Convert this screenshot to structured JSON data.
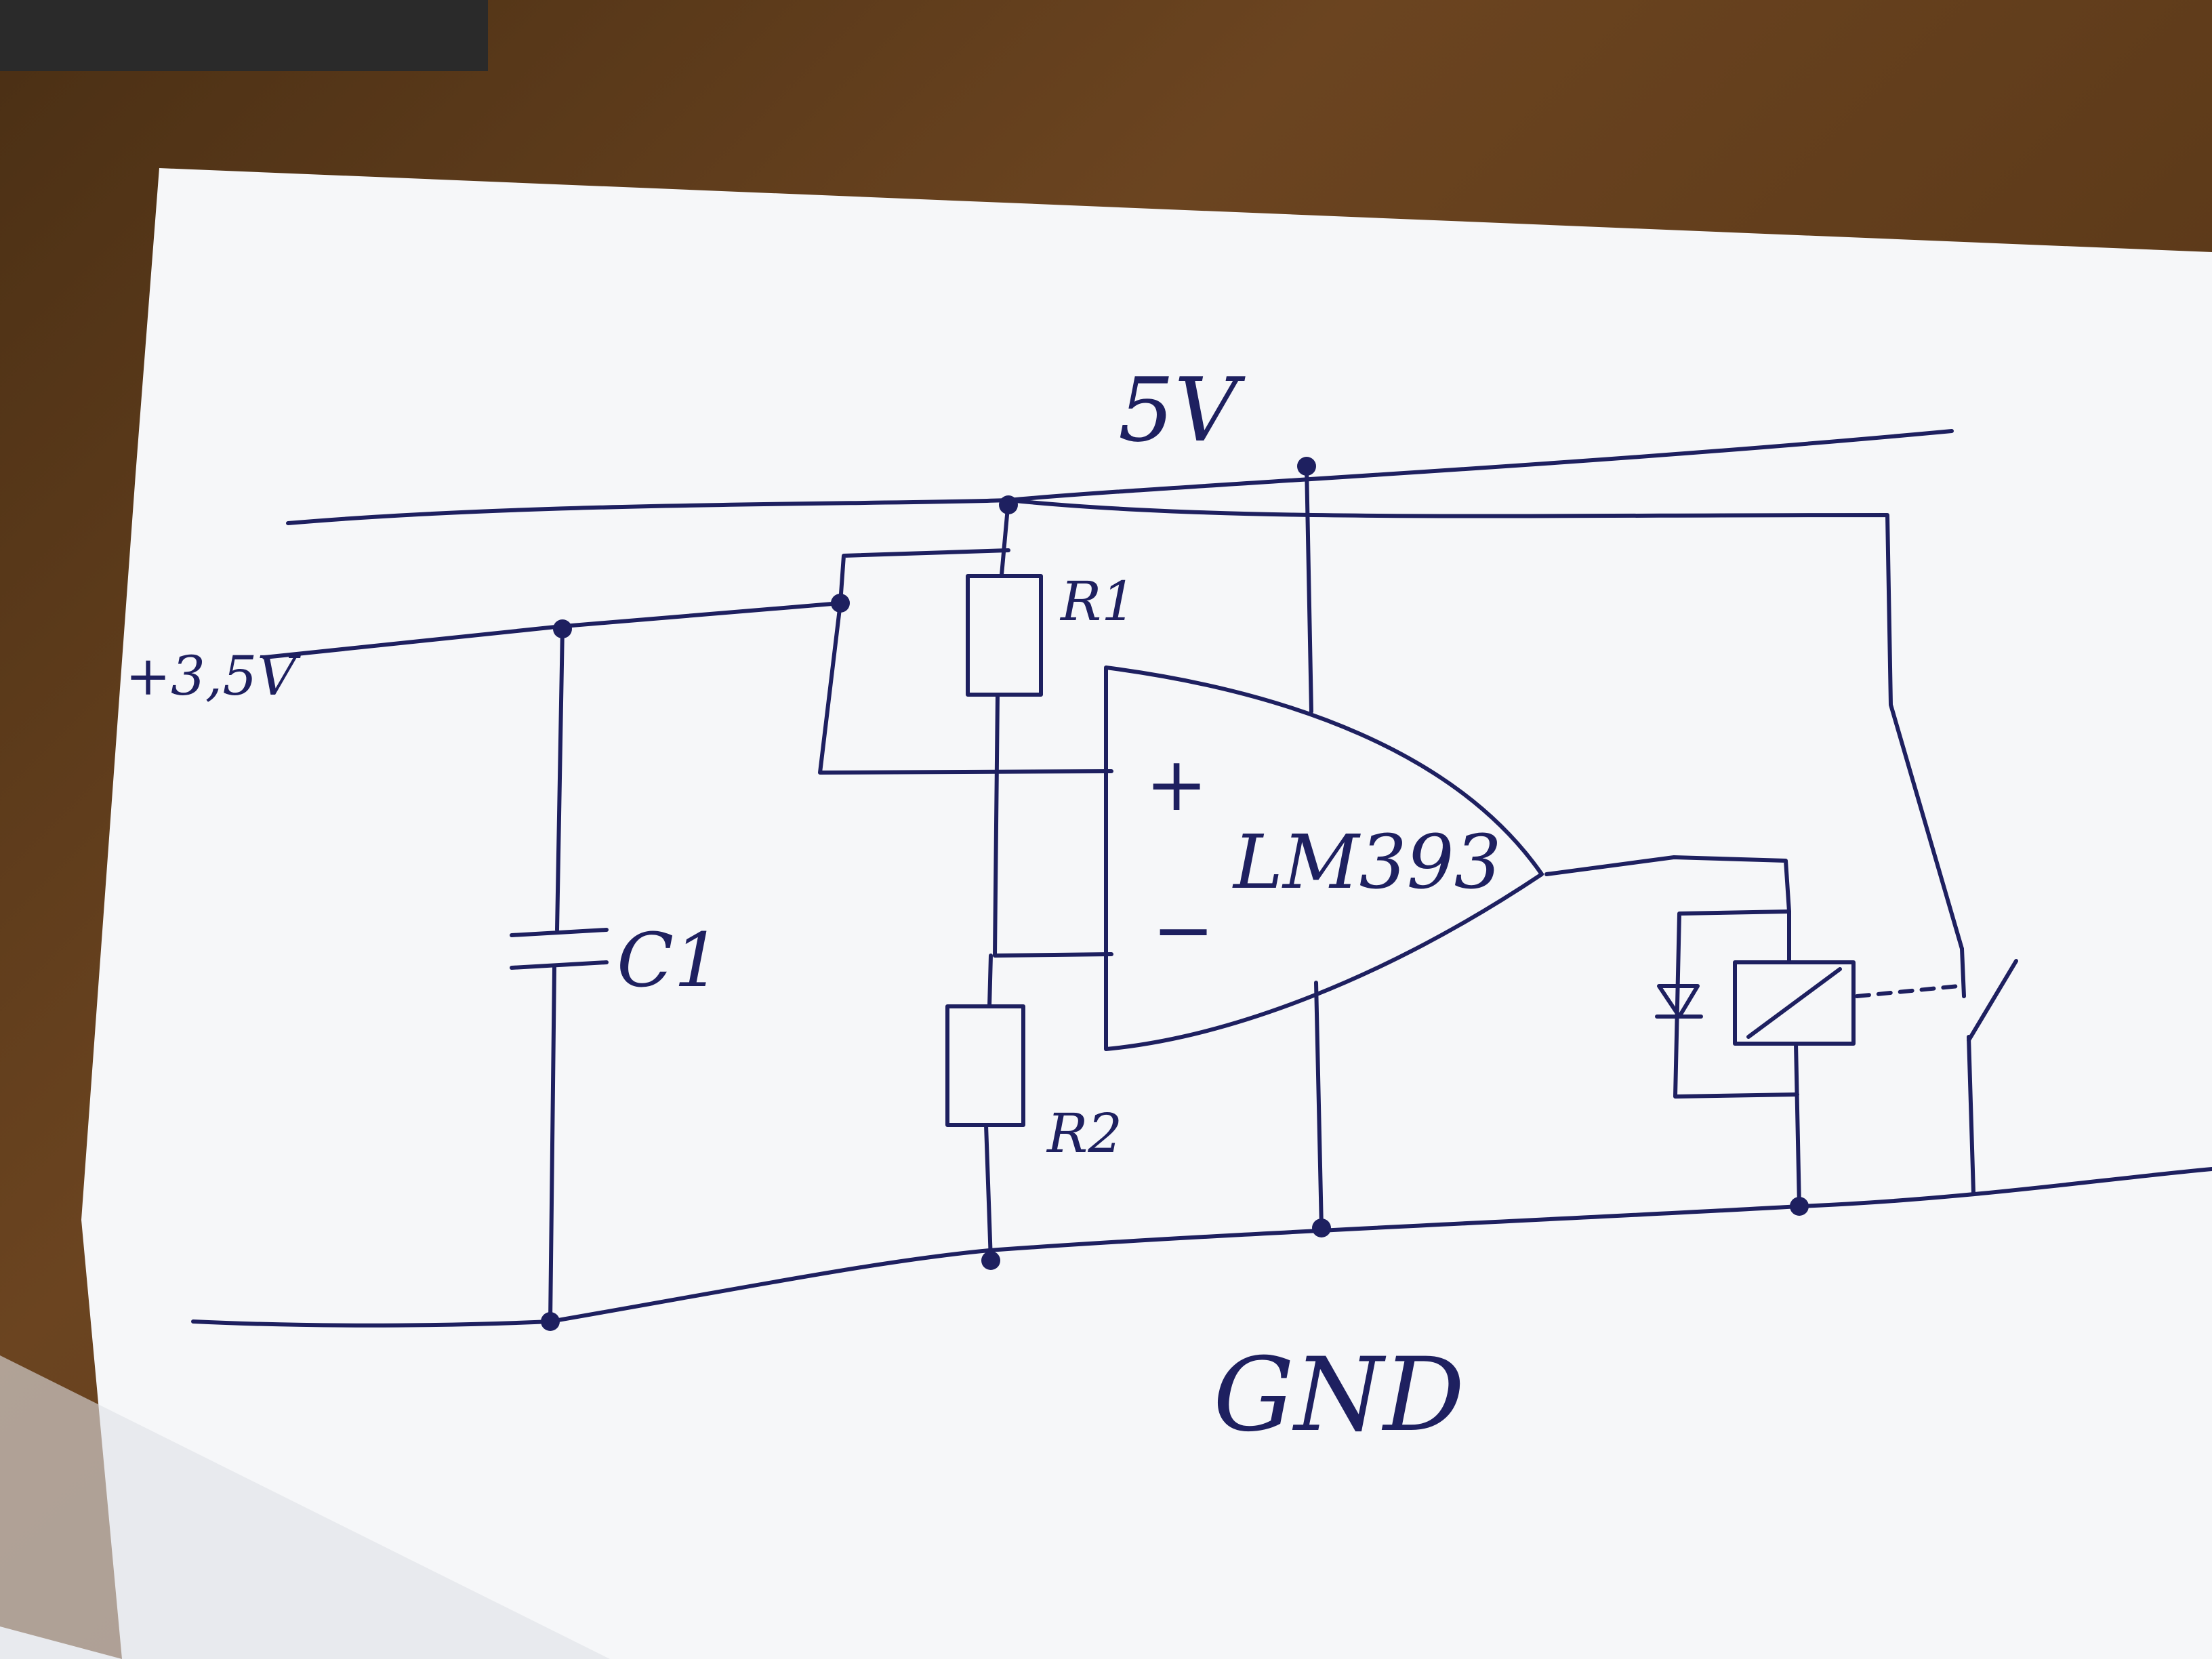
{
  "labels": {
    "supply": "5V",
    "ground": "GND",
    "input": "+3,5V",
    "r1": "R1",
    "r2": "R2",
    "c1": "C1",
    "ic": "LM393",
    "plus": "+",
    "minus": "−"
  },
  "colors": {
    "paper": "#f6f7f9",
    "ink": "#1e2060",
    "desk": "#5a3818"
  }
}
